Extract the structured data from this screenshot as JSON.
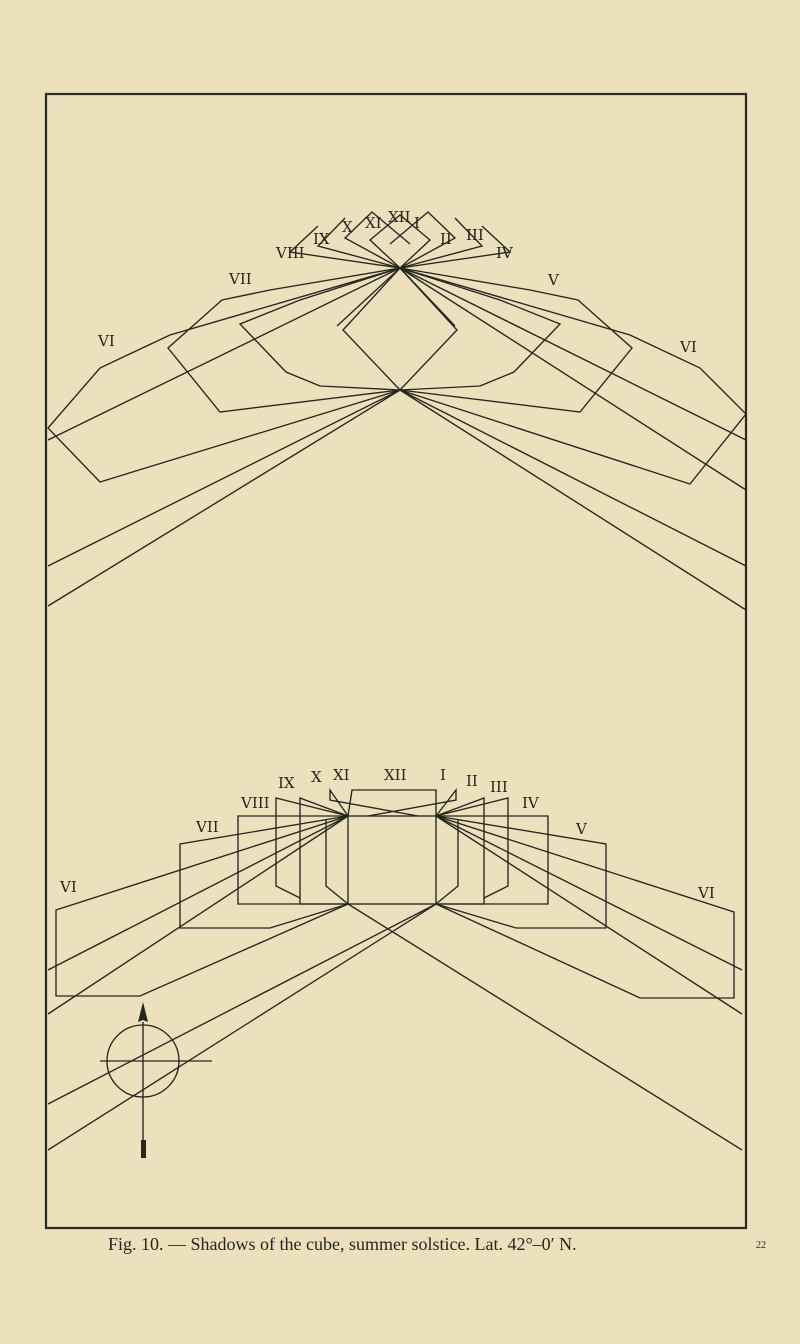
{
  "figure": {
    "top_labels": {
      "vi_left": "VI",
      "vii": "VII",
      "viii": "VIII",
      "ix": "IX",
      "x": "X",
      "xi": "XI",
      "xii": "XII",
      "i": "I",
      "ii": "II",
      "iii": "III",
      "iv": "IV",
      "v": "V",
      "vi_right": "VI"
    },
    "bottom_labels": {
      "vi_left": "VI",
      "vii": "VII",
      "viii": "VIII",
      "ix": "IX",
      "x": "X",
      "xi": "XI",
      "xii": "XII",
      "i": "I",
      "ii": "II",
      "iii": "III",
      "iv": "IV",
      "v": "V",
      "vi_right": "VI"
    }
  },
  "caption": {
    "text": "Fig. 10. — Shadows of the cube, summer solstice.  Lat. 42°–0′ N.",
    "page_number": "22"
  }
}
